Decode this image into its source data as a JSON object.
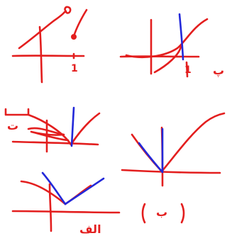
{
  "colors": {
    "curve": "#e31e1e",
    "tangent": "#2228d9",
    "background": "#ffffff"
  },
  "panels": [
    {
      "id": "top-left",
      "label": "",
      "tick_label": "1"
    },
    {
      "id": "top-right",
      "label": "پ",
      "tick_label": "1"
    },
    {
      "id": "middle-left",
      "label": "ت",
      "tick_label": ""
    },
    {
      "id": "middle-right",
      "label": "",
      "tick_label": ""
    },
    {
      "id": "bottom-left",
      "label": "الف",
      "tick_label": ""
    },
    {
      "id": "bottom-middle",
      "label": "ب",
      "tick_label": ""
    }
  ]
}
